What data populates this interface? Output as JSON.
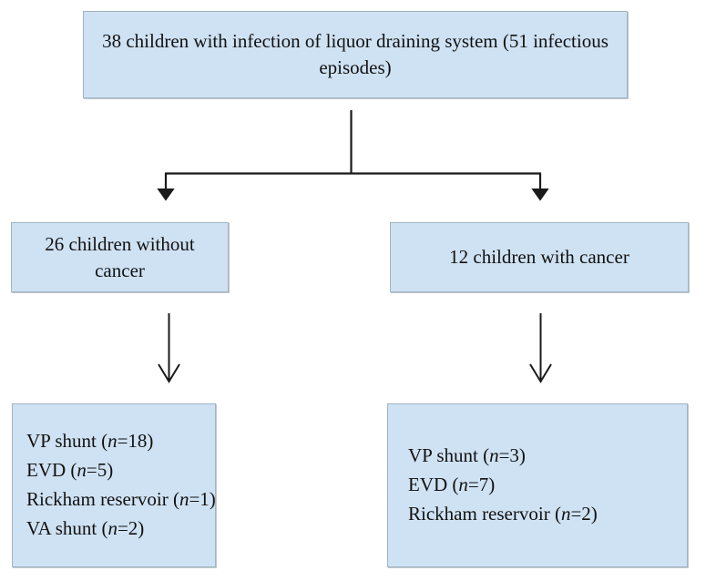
{
  "figure": {
    "type": "flowchart",
    "orientation": "top-down",
    "node_fill_color": "#cfe2f3",
    "node_border_color": "#9fb4c4",
    "connector_color": "#1a1a1a",
    "background_color": "#ffffff"
  },
  "nodes": {
    "root": {
      "text": "38 children with infection of liquor draining system (51 infectious episodes)",
      "total_children": 38,
      "total_episodes": 51
    },
    "without_cancer": {
      "text": "26 children without cancer",
      "count": 26
    },
    "with_cancer": {
      "text": "12 children with cancer",
      "count": 12
    },
    "devices_without_cancer": {
      "lines": [
        {
          "label": "VP shunt",
          "n_prefix": "(",
          "n_italic": "n",
          "n_value": "=18)"
        },
        {
          "label": "EVD",
          "n_prefix": "(",
          "n_italic": "n",
          "n_value": "=5)"
        },
        {
          "label": "Rickham reservoir",
          "n_prefix": "(",
          "n_italic": "n",
          "n_value": "=1)"
        },
        {
          "label": "VA shunt",
          "n_prefix": "(",
          "n_italic": "n",
          "n_value": "=2)"
        }
      ]
    },
    "devices_with_cancer": {
      "lines": [
        {
          "label": "VP shunt",
          "n_prefix": "(",
          "n_italic": "n",
          "n_value": "=3)"
        },
        {
          "label": "EVD",
          "n_prefix": "(",
          "n_italic": "n",
          "n_value": "=7)"
        },
        {
          "label": "Rickham reservoir",
          "n_prefix": "(",
          "n_italic": "n",
          "n_value": "=2)"
        }
      ]
    }
  },
  "connectors": [
    {
      "name": "root-split-stem",
      "style": "solid-line",
      "arrowhead": "none"
    },
    {
      "name": "root-to-without-cancer",
      "style": "elbow",
      "arrowhead": "filled-triangle"
    },
    {
      "name": "root-to-with-cancer",
      "style": "elbow",
      "arrowhead": "filled-triangle"
    },
    {
      "name": "without-cancer-to-devices",
      "style": "straight",
      "arrowhead": "open-v"
    },
    {
      "name": "with-cancer-to-devices",
      "style": "straight",
      "arrowhead": "open-v"
    }
  ]
}
